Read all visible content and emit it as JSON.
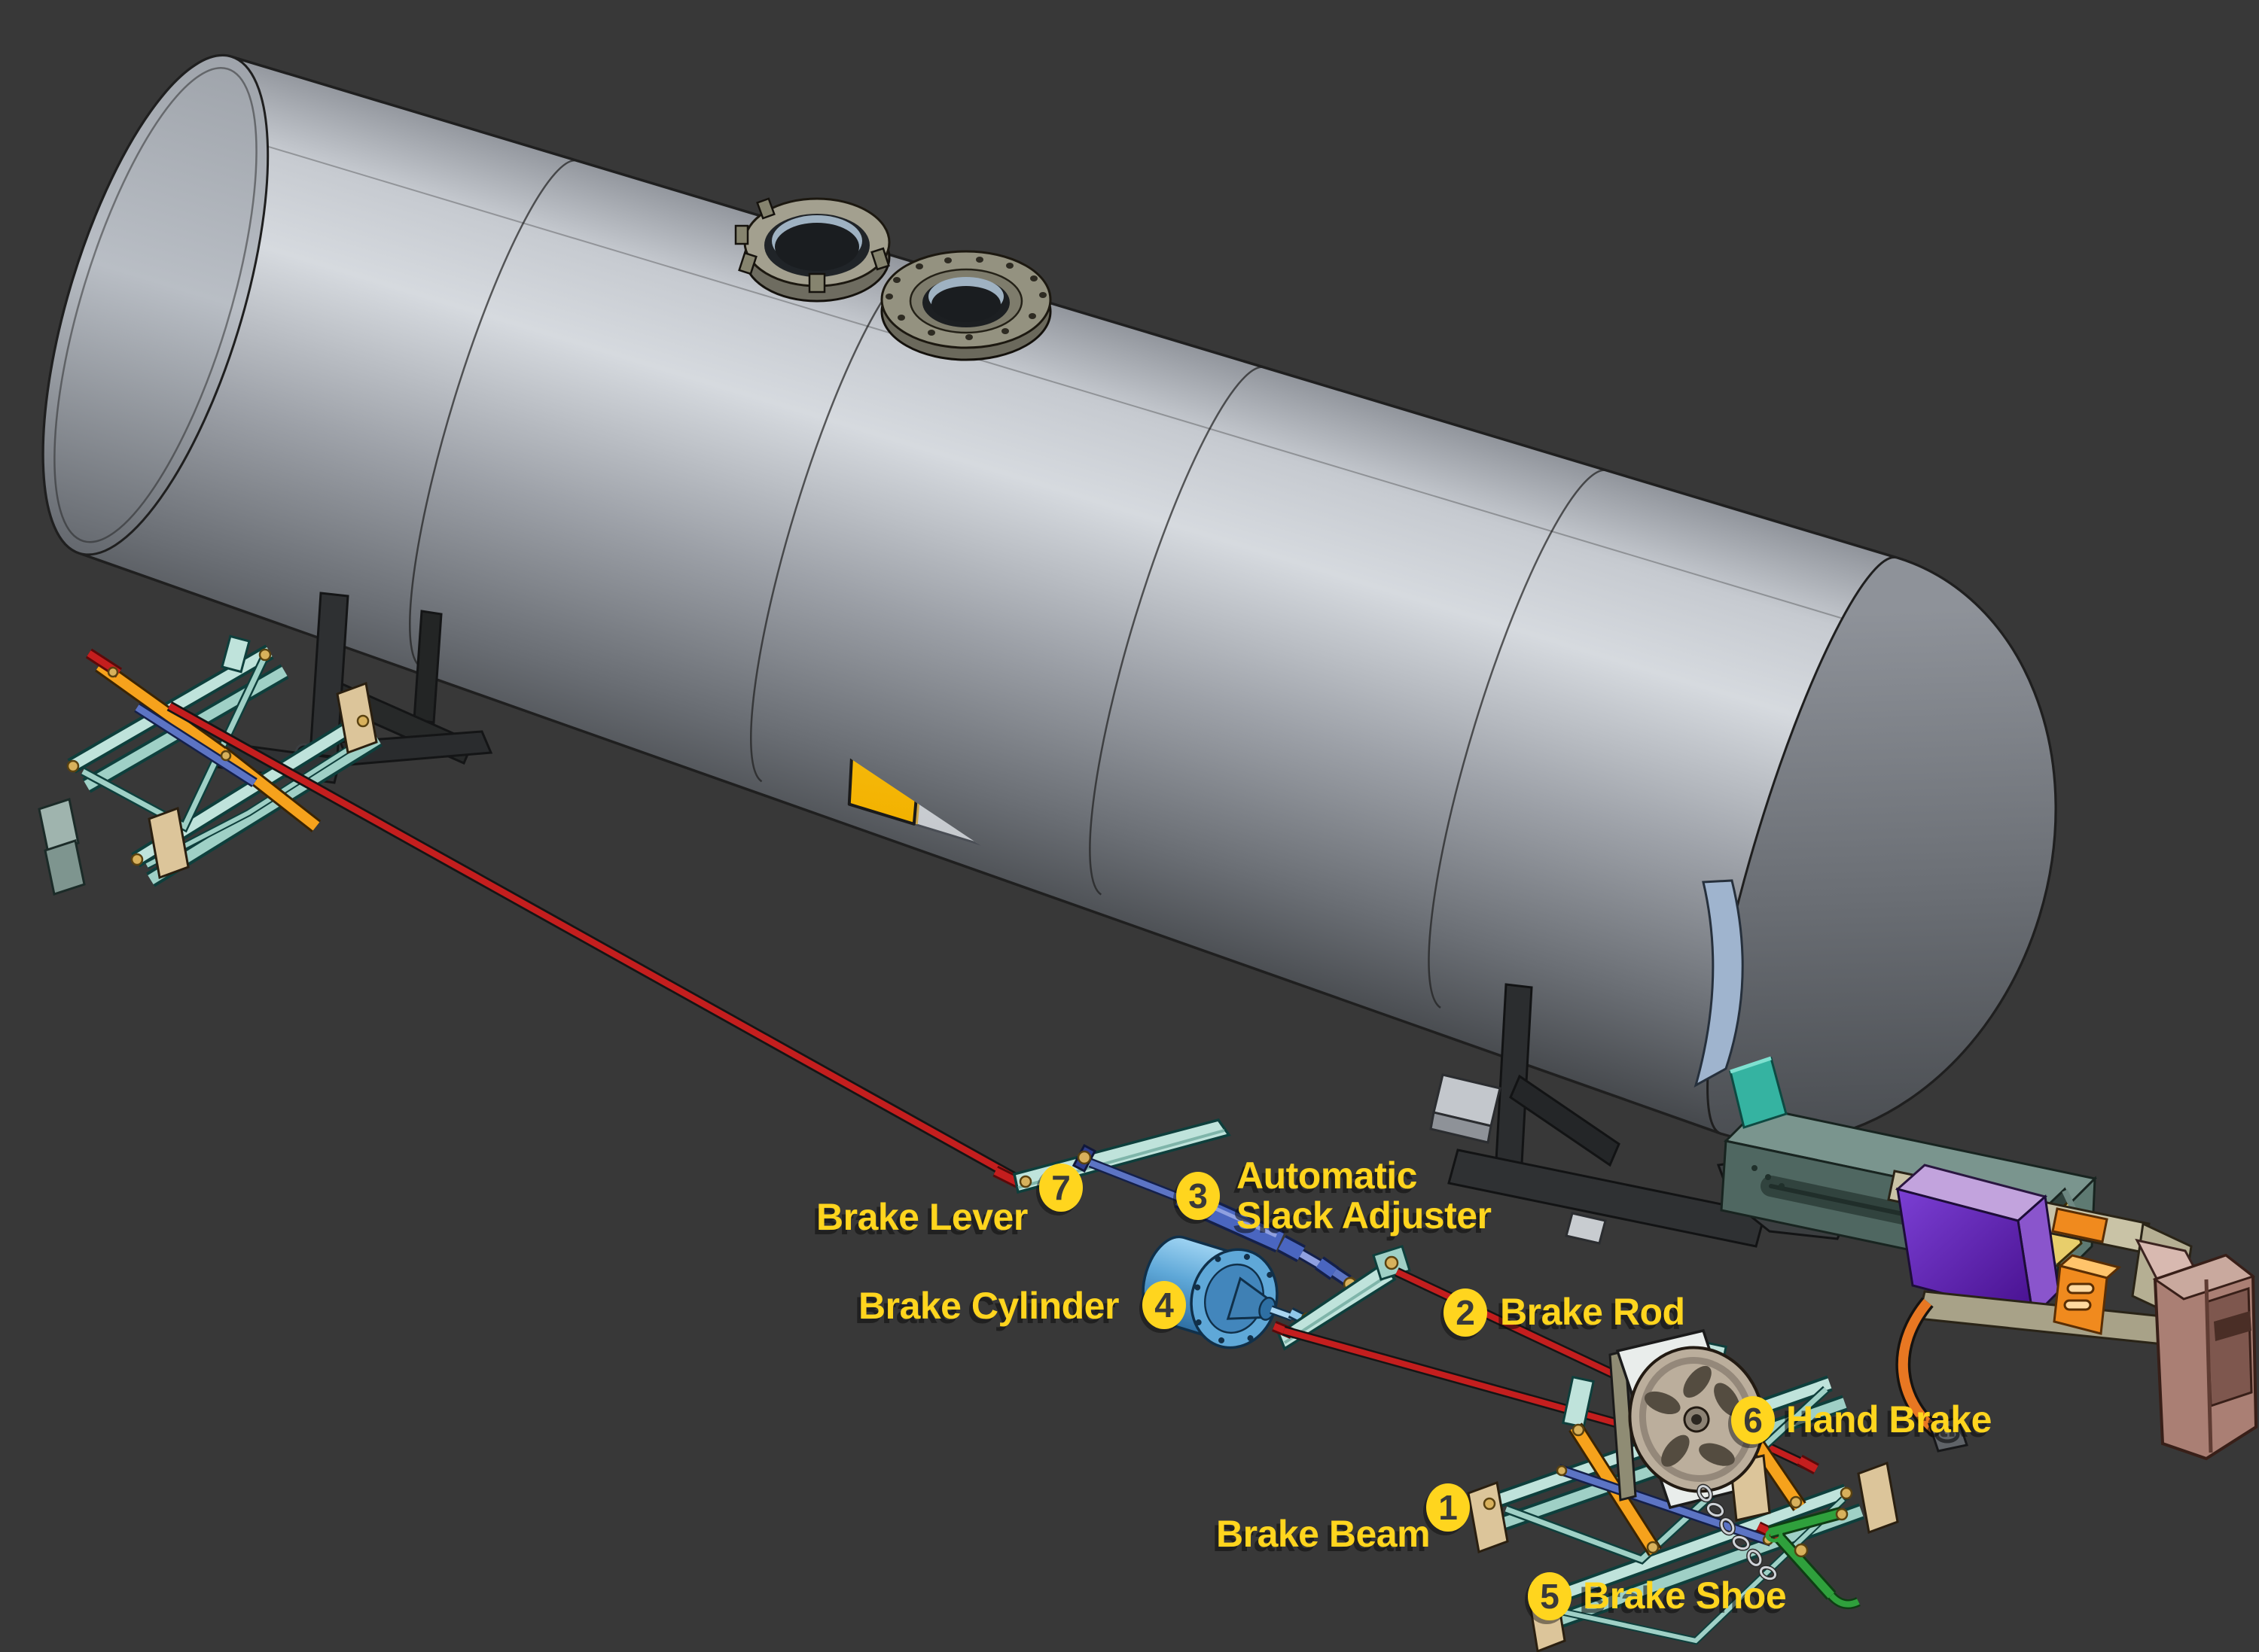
{
  "title": "Tank car brake system cutaway diagram",
  "colors": {
    "background": "#383838",
    "label_yellow": "#FFD51E",
    "badge_yellow": "#FFD51E",
    "badge_number": "#3A3A3A",
    "tank_gray": "#A8ADB5",
    "jacket_yellow": "#FFD21E",
    "insulation_white": "#E8EAEC",
    "inner_tank_blue": "#A9BEDC",
    "heater_coil_orange": "#F07818",
    "rod_red": "#C41E1E",
    "rod_blue": "#5C74C4",
    "lever_teal": "#BFE3DB",
    "lever_orange": "#F6A21C",
    "cylinder_blue": "#5FA8D8",
    "draft_gear_purple": "#5B21A8",
    "coupler_brown": "#AA7F74",
    "brake_shoe_tan": "#DCC59A",
    "handwheel_tan": "#BBAE9C",
    "crank_green": "#2FA03C"
  },
  "labels": {
    "brake_beam": {
      "number": "1",
      "text": "Brake Beam"
    },
    "brake_rod": {
      "number": "2",
      "text": "Brake Rod"
    },
    "slack_adjuster": {
      "number": "3",
      "line1": "Automatic",
      "line2": "Slack Adjuster"
    },
    "brake_cylinder": {
      "number": "4",
      "text": "Brake Cylinder"
    },
    "brake_shoe": {
      "number": "5",
      "text": "Brake Shoe"
    },
    "hand_brake": {
      "number": "6",
      "text": "Hand Brake"
    },
    "brake_lever": {
      "number": "7",
      "text": "Brake Lever"
    }
  }
}
